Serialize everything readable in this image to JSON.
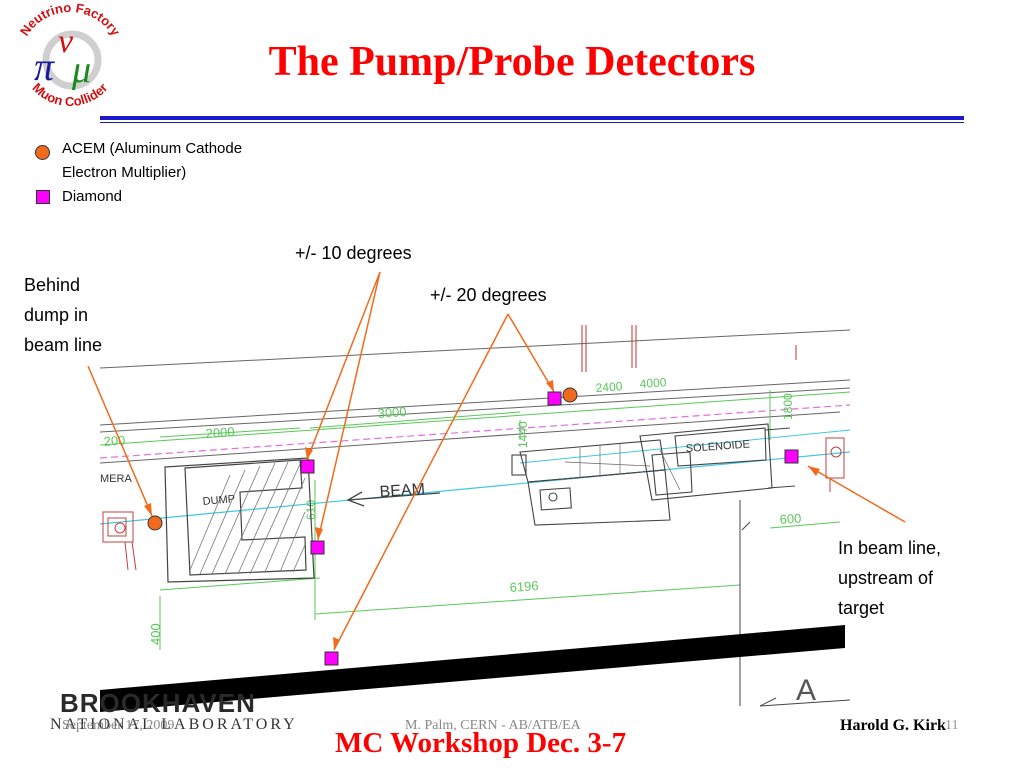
{
  "logo": {
    "top_text": "Neutrino Factory",
    "bottom_text": "Muon Collider",
    "glyph": "πνμ"
  },
  "title": "The Pump/Probe Detectors",
  "legend": {
    "acem_line1": "ACEM (Aluminum Cathode",
    "acem_line2": "Electron Multiplier)",
    "diamond": "Diamond",
    "acem_color": "#f26a1b",
    "diamond_color": "#ff00ff"
  },
  "callouts": {
    "ten_degrees": "+/- 10 degrees",
    "twenty_degrees": "+/- 20 degrees",
    "behind_dump": [
      "Behind",
      "dump in",
      "beam line"
    ],
    "upstream": [
      "In beam line,",
      "upstream of",
      "target"
    ]
  },
  "drawing": {
    "dump": "DUMP",
    "beam": "BEAM",
    "solenoide": "SOLENOIDE",
    "mera": "MERA",
    "dims": {
      "d2000": "2000",
      "d3000": "3000",
      "d200": "200",
      "d6196": "6196",
      "d600": "600",
      "d400": "400",
      "d610": "610",
      "d1440": "1440",
      "d4000": "4000",
      "d2400": "2400",
      "d1800": "1800"
    },
    "section_mark": "A"
  },
  "footer": {
    "bnl_name": "BROOKHAVEN",
    "bnl_sub": "NATIONAL LABORATORY",
    "date": "September 17, 2009",
    "credit": "M. Palm, CERN - AB/ATB/EA",
    "author": "Harold G. Kirk",
    "page": "11",
    "event": "MC Workshop Dec. 3-7"
  }
}
